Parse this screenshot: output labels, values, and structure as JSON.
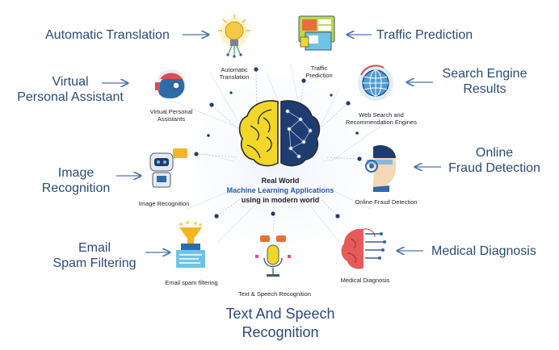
{
  "center": {
    "line1": "Real World",
    "line2": "Machine Learning Applications",
    "line3": "using in modern world"
  },
  "callouts": {
    "automatic_translation": "Automatic Translation",
    "traffic_prediction": "Traffic Prediction",
    "virtual_assistant_1": "Virtual",
    "virtual_assistant_2": "Personal Assistant",
    "search_engine_1": "Search Engine",
    "search_engine_2": "Results",
    "online_fraud_1": "Online",
    "online_fraud_2": "Fraud Detection",
    "image_recognition_1": "Image",
    "image_recognition_2": "Recognition",
    "email_spam_1": "Email",
    "email_spam_2": "Spam Filtering",
    "medical_diagnosis": "Medical Diagnosis",
    "text_speech_1": "Text And Speech",
    "text_speech_2": "Recognition"
  },
  "icon_labels": {
    "automatic_translation_1": "Automatic",
    "automatic_translation_2": "Translation",
    "traffic_1": "Traffic",
    "traffic_2": "Prediction",
    "virtual_1": "Virtual Personal",
    "virtual_2": "Assistants",
    "web_1": "Web Search and",
    "web_2": "Recommendation Engines",
    "image": "Image Recognition",
    "fraud": "Online Fraud Detection",
    "email": "Email spam filtering",
    "text_speech": "Text & Speech Recognition",
    "medical": "Medical Diagnosis"
  },
  "colors": {
    "callout_text": "#2b4a7a",
    "brain_left": "#f2d72a",
    "brain_right": "#1f3c70",
    "accent_blue": "#2a5aa8",
    "node_dark": "#1f3c70"
  },
  "icons": {
    "automatic_translation": "lightbulb-icon",
    "traffic_prediction": "monitor-window-icon",
    "virtual_assistant": "robot-head-icon",
    "web_search": "globe-icon",
    "image_recognition": "robot-icon",
    "online_fraud": "face-scan-icon",
    "email_spam": "funnel-icon",
    "text_speech": "microphone-icon",
    "medical_diagnosis": "brain-circuit-icon",
    "center": "brain-icon"
  }
}
